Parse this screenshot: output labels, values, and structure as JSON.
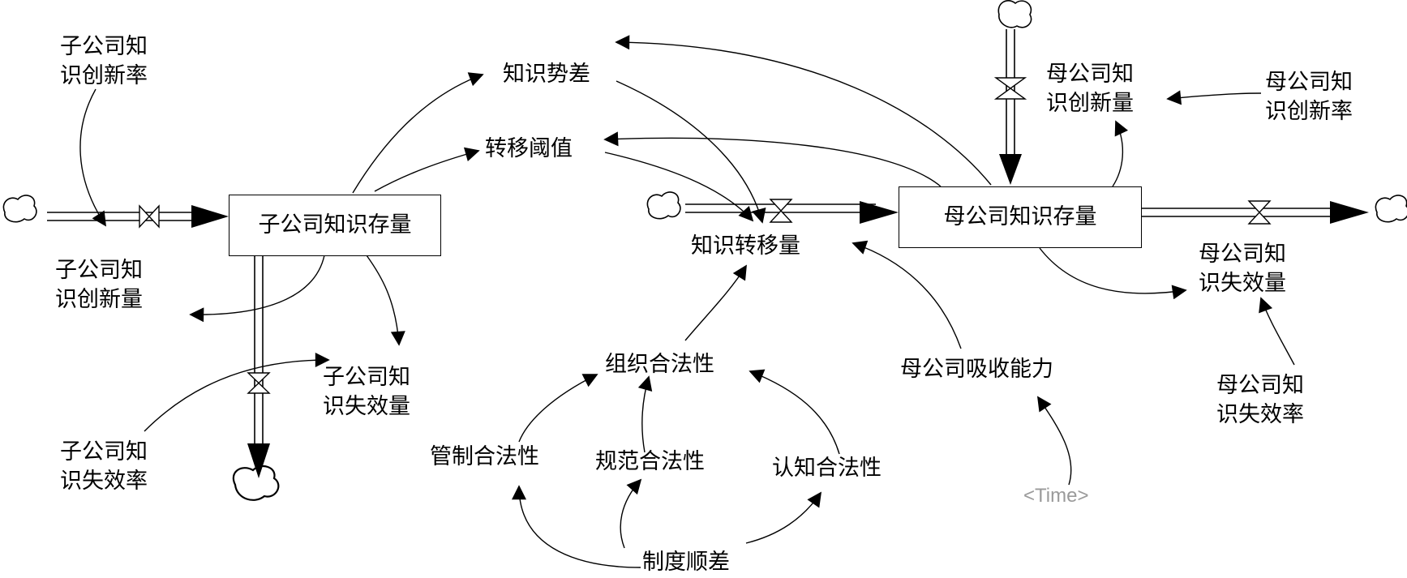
{
  "stocks": {
    "subsidiary": "子公司知识存量",
    "parent": "母公司知识存量"
  },
  "flows": {
    "sub_innovation_amount": [
      "子公司知",
      "识创新量"
    ],
    "sub_failure_amount": [
      "子公司知",
      "识失效量"
    ],
    "transfer_amount": "知识转移量",
    "parent_innovation_amount": [
      "母公司知",
      "识创新量"
    ],
    "parent_failure_amount": [
      "母公司知",
      "识失效量"
    ]
  },
  "variables": {
    "sub_innovation_rate": [
      "子公司知",
      "识创新率"
    ],
    "sub_failure_rate": [
      "子公司知",
      "识失效率"
    ],
    "knowledge_gap": "知识势差",
    "transfer_threshold": "转移阈值",
    "org_legitimacy": "组织合法性",
    "regulative_legitimacy": "管制合法性",
    "normative_legitimacy": "规范合法性",
    "cognitive_legitimacy": "认知合法性",
    "institutional_distance": "制度顺差",
    "parent_absorptive_capacity": "母公司吸收能力",
    "parent_innovation_rate": [
      "母公司知",
      "识创新率"
    ],
    "parent_failure_rate": [
      "母公司知",
      "识失效率"
    ]
  },
  "shadow_variables": {
    "time": "<Time>"
  },
  "colors": {
    "ink": "#000000",
    "shadow_text": "#9a9a9a"
  }
}
